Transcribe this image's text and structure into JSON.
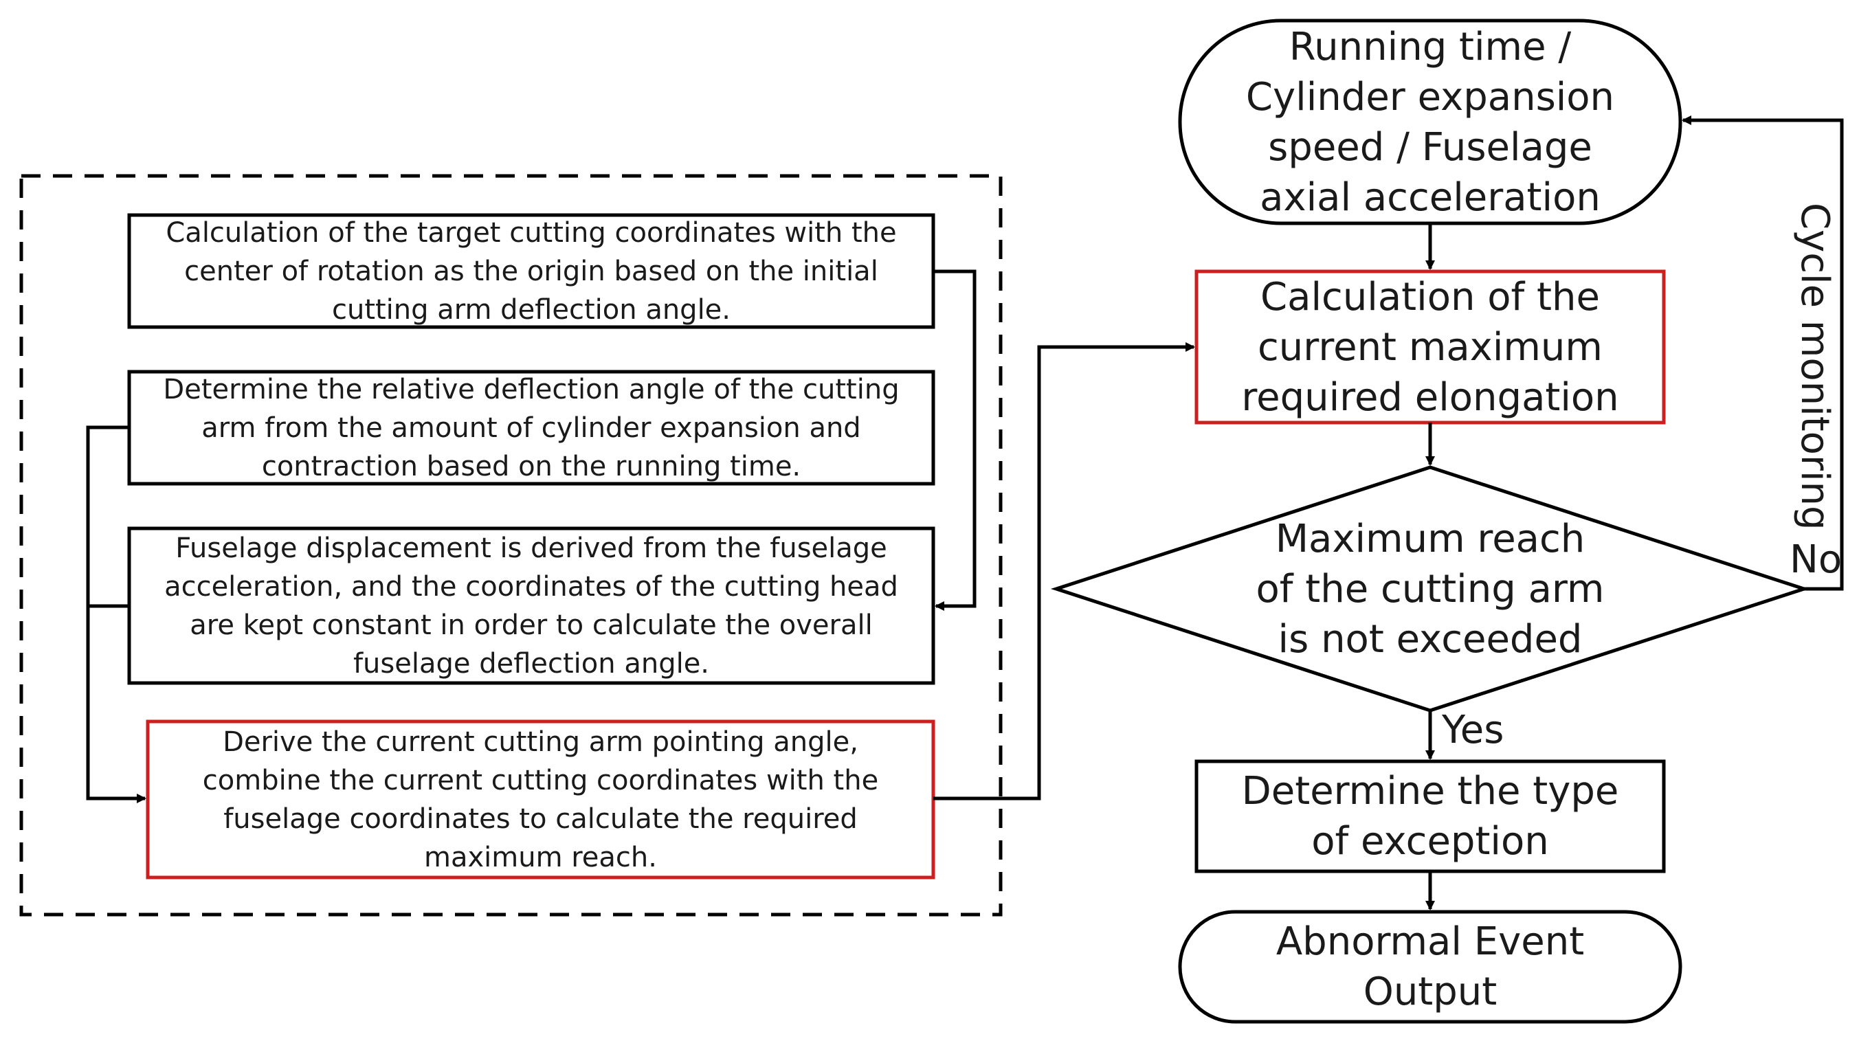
{
  "colors": {
    "line": "#000000",
    "highlight": "#cc1f1f"
  },
  "left_group": {
    "box1": "Calculation of the target cutting coordinates with the center of rotation as the origin based on the initial cutting arm deflection angle.",
    "box2": "Determine the relative deflection angle of the cutting arm from the amount of cylinder expansion and contraction based on the running time.",
    "box3": "Fuselage displacement is derived from the fuselage acceleration, and the coordinates of the cutting head are kept constant in order to calculate the overall fuselage deflection angle.",
    "box4": "Derive the current cutting arm pointing angle, combine the current cutting coordinates with the fuselage coordinates to calculate the required maximum reach."
  },
  "right_flow": {
    "start": "Running time / Cylinder expansion speed / Fuselage axial acceleration",
    "calc": "Calculation of the current maximum required elongation",
    "decision": "Maximum reach of the cutting arm is not exceeded",
    "exception": "Determine the type of exception",
    "end": "Abnormal Event Output"
  },
  "labels": {
    "yes": "Yes",
    "no": "No",
    "loop": "Cycle monitoring"
  }
}
